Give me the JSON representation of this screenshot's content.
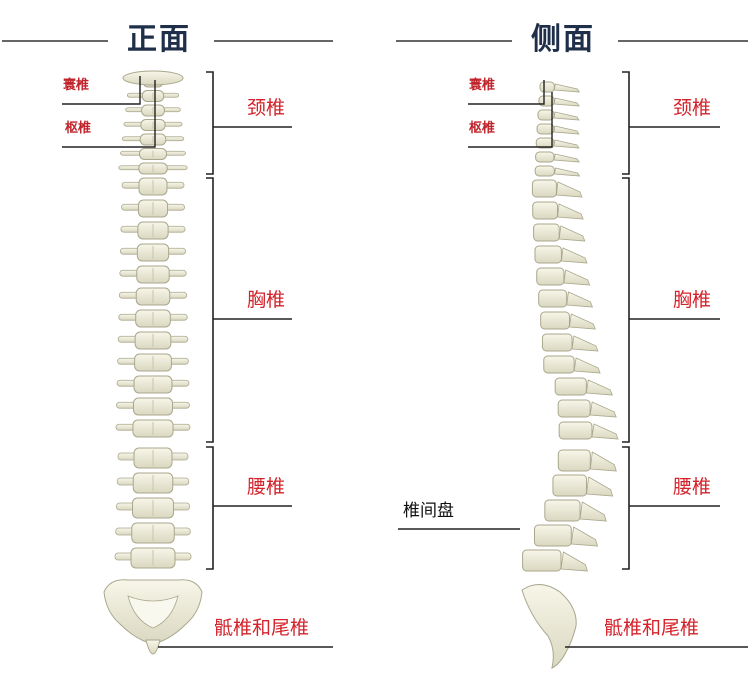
{
  "front": {
    "title": "正面",
    "atlas_label": "寰椎",
    "axis_label": "枢椎",
    "cervical_label": "颈椎",
    "thoracic_label": "胸椎",
    "lumbar_label": "腰椎",
    "sacral_label": "骶椎和尾椎"
  },
  "side": {
    "title": "侧面",
    "atlas_label": "寰椎",
    "axis_label": "枢椎",
    "cervical_label": "颈椎",
    "thoracic_label": "胸椎",
    "lumbar_label": "腰椎",
    "disc_label": "椎间盘",
    "sacral_label": "骶椎和尾椎"
  },
  "colors": {
    "label_red": "#d4232b",
    "heading_navy": "#1f2f4a",
    "bone": "#efeedd",
    "bone_shadow": "#a9a78c",
    "line": "#222222"
  }
}
